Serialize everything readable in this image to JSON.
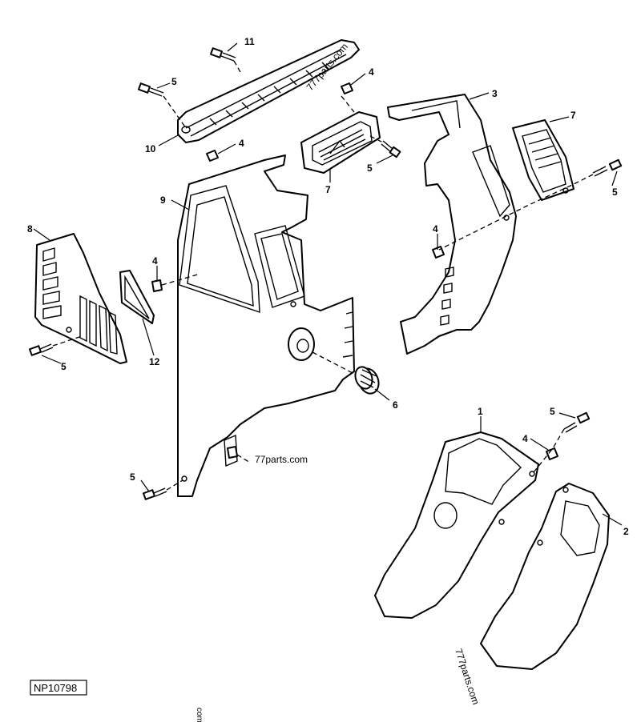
{
  "diagram": {
    "drawing_id": "NP10798",
    "callouts": [
      "1",
      "2",
      "3",
      "4",
      "5",
      "6",
      "7",
      "8",
      "9",
      "10",
      "11",
      "12"
    ],
    "labels": {
      "c11": "11",
      "c5a": "5",
      "c10": "10",
      "c4a": "4",
      "c4b": "4",
      "c7a": "7",
      "c5b": "5",
      "c3": "3",
      "c7b": "7",
      "c5c": "5",
      "c9": "9",
      "c8": "8",
      "c4c": "4",
      "c12": "12",
      "c5d": "5",
      "c4d": "4",
      "c6": "6",
      "c1": "1",
      "c5e": "5",
      "c4e": "4",
      "c2": "2",
      "c5f": "5"
    },
    "watermarks": {
      "top": "777parts.com",
      "middle": "77parts.com",
      "lower_right": "777parts.com",
      "bottom": "com"
    }
  }
}
